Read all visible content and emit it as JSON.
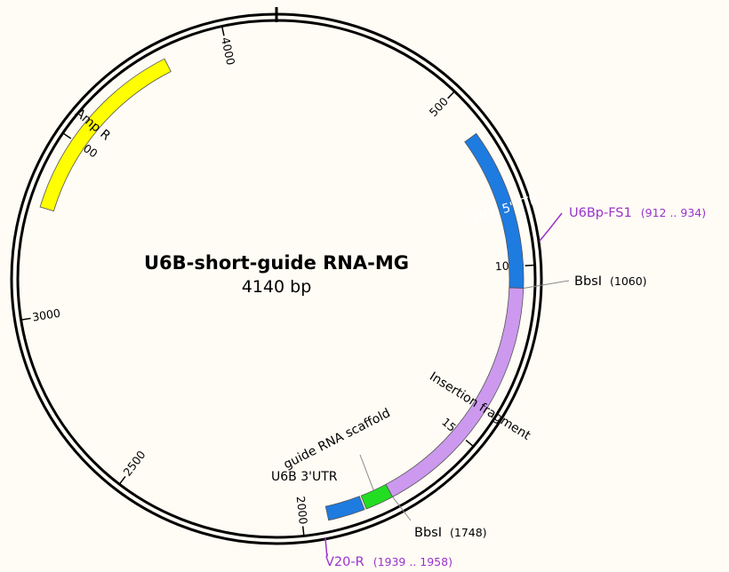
{
  "map": {
    "title": "U6B-short-guide RNA-MG",
    "size_label": "4140 bp",
    "total_bp": 4140
  },
  "ticks": [
    {
      "bp": 500,
      "label": "500"
    },
    {
      "bp": 1000,
      "label": "1000"
    },
    {
      "bp": 1500,
      "label": "1500"
    },
    {
      "bp": 2000,
      "label": "2000"
    },
    {
      "bp": 2500,
      "label": "2500"
    },
    {
      "bp": 3000,
      "label": "3000"
    },
    {
      "bp": 3500,
      "label": "3500"
    },
    {
      "bp": 4000,
      "label": "4000"
    }
  ],
  "features": [
    {
      "id": "u6b-5utr",
      "label": "U6B 5'UTR",
      "start": 620,
      "end": 1060,
      "color": "#1e7be0",
      "text_color": "#ffffff",
      "label_inside": true
    },
    {
      "id": "insertion-fragment",
      "label": "Insertion fragment",
      "start": 1060,
      "end": 1748,
      "color": "#cc99ee",
      "text_color": "#000000",
      "label_inside": true
    },
    {
      "id": "guide-rna-scaffold",
      "label": "guide RNA scaffold",
      "start": 1748,
      "end": 1825,
      "color": "#22dd22",
      "text_color": "#000000",
      "label_inside": false
    },
    {
      "id": "u6b-3utr",
      "label": "U6B 3'UTR",
      "start": 1830,
      "end": 1930,
      "color": "#1e7be0",
      "text_color": "#000000",
      "label_inside": false
    },
    {
      "id": "amp-r",
      "label": "Amp R",
      "start": 3300,
      "end": 3830,
      "color": "#ffff00",
      "text_color": "#000000",
      "label_inside": true
    }
  ],
  "primers": [
    {
      "id": "u6bp-fs1",
      "name": "U6Bp-FS1",
      "range": "(912 .. 934)",
      "position": 923,
      "color": "#9933cc"
    },
    {
      "id": "v20-r",
      "name": "V20-R",
      "range": "(1939 .. 1958)",
      "position": 1948,
      "color": "#9933cc"
    }
  ],
  "sites": [
    {
      "id": "bbsi-1060",
      "name": "BbsI",
      "position_label": "(1060)",
      "position": 1060
    },
    {
      "id": "bbsi-1748",
      "name": "BbsI",
      "position_label": "(1748)",
      "position": 1748
    }
  ]
}
